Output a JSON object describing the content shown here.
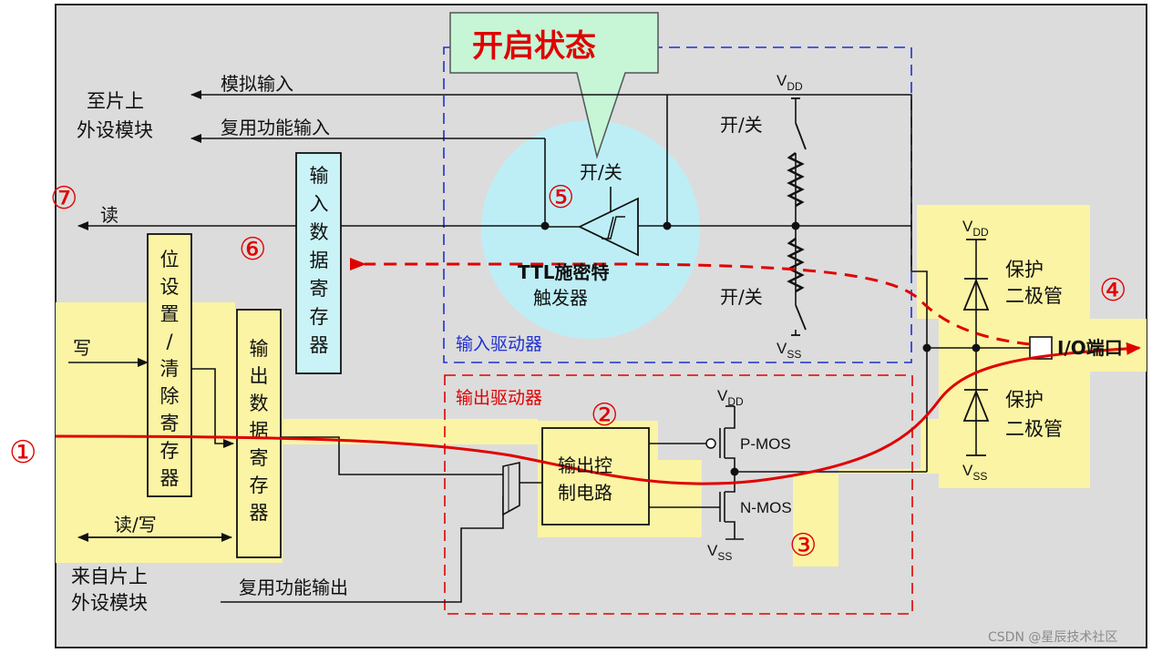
{
  "colors": {
    "panel": "#dcdcdc",
    "yellow_region": "#fbf4a4",
    "cyan_circle": "#bdeef6",
    "register_box": "#c9f3f7",
    "callout_box": "#c6f6d6",
    "red": "#e00000",
    "blue": "#1f2fd0"
  },
  "callout": {
    "title": "开启状态"
  },
  "labels": {
    "analog_input": "模拟输入",
    "alt_func_input": "复用功能输入",
    "to_peripheral": [
      "至片上",
      "外设模块"
    ],
    "read": "读",
    "write": "写",
    "read_write": "读/写",
    "from_peripheral": [
      "来自片上",
      "外设模块"
    ],
    "alt_func_output": "复用功能输出",
    "input_data_register": [
      "输",
      "入",
      "数",
      "据",
      "寄",
      "存",
      "器"
    ],
    "bit_set_reset_register": [
      "位",
      "设",
      "置",
      "/",
      "清",
      "除",
      "寄",
      "存",
      "器"
    ],
    "output_data_register": [
      "输",
      "出",
      "数",
      "据",
      "寄",
      "存",
      "器"
    ],
    "on_off": "开/关",
    "schmitt": [
      "TTL施密特",
      "触发器"
    ],
    "input_driver": "输入驱动器",
    "output_driver": "输出驱动器",
    "output_control": [
      "输出控",
      "制电路"
    ],
    "pmos": "P-MOS",
    "nmos": "N-MOS",
    "vdd_main": "V",
    "vdd_sub": "DD",
    "vss_main": "V",
    "vss_sub": "SS",
    "protect_diode": [
      "保护",
      "二极管"
    ],
    "io_port": "I/O端口"
  },
  "markers": [
    "①",
    "②",
    "③",
    "④",
    "⑤",
    "⑥",
    "⑦"
  ],
  "watermark": "CSDN @星辰技术社区"
}
